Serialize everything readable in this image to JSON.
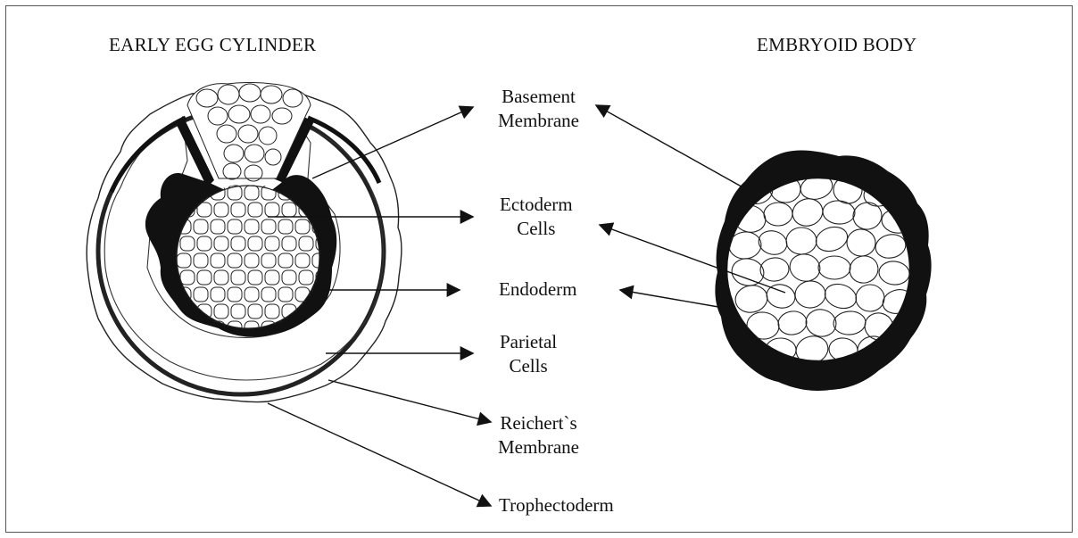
{
  "titles": {
    "left": "EARLY EGG CYLINDER",
    "right": "EMBRYOID BODY"
  },
  "labels": {
    "basement": [
      "Basement",
      "Membrane"
    ],
    "ectoderm": [
      "Ectoderm",
      "Cells"
    ],
    "endoderm": "Endoderm",
    "parietal": [
      "Parietal",
      "Cells"
    ],
    "reichert": [
      "Reichert`s",
      "Membrane"
    ],
    "trophectoderm": "Trophectoderm"
  }
}
